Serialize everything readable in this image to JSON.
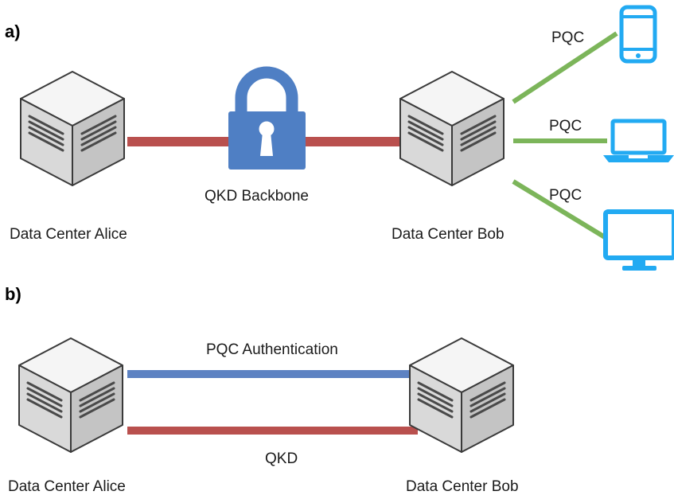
{
  "panel_a": {
    "label": "a)",
    "alice_label": "Data Center Alice",
    "bob_label": "Data Center Bob",
    "backbone_label": "QKD Backbone",
    "pqc_phone_label": "PQC",
    "pqc_laptop_label": "PQC",
    "pqc_monitor_label": "PQC"
  },
  "panel_b": {
    "label": "b)",
    "alice_label": "Data Center Alice",
    "bob_label": "Data Center Bob",
    "auth_label": "PQC Authentication",
    "qkd_label": "QKD"
  },
  "colors": {
    "qkd_link": "#b9504e",
    "pqc_link": "#7cb55a",
    "auth_link": "#5d82c2",
    "lock": "#4f7fc4",
    "device": "#22aaf2"
  }
}
